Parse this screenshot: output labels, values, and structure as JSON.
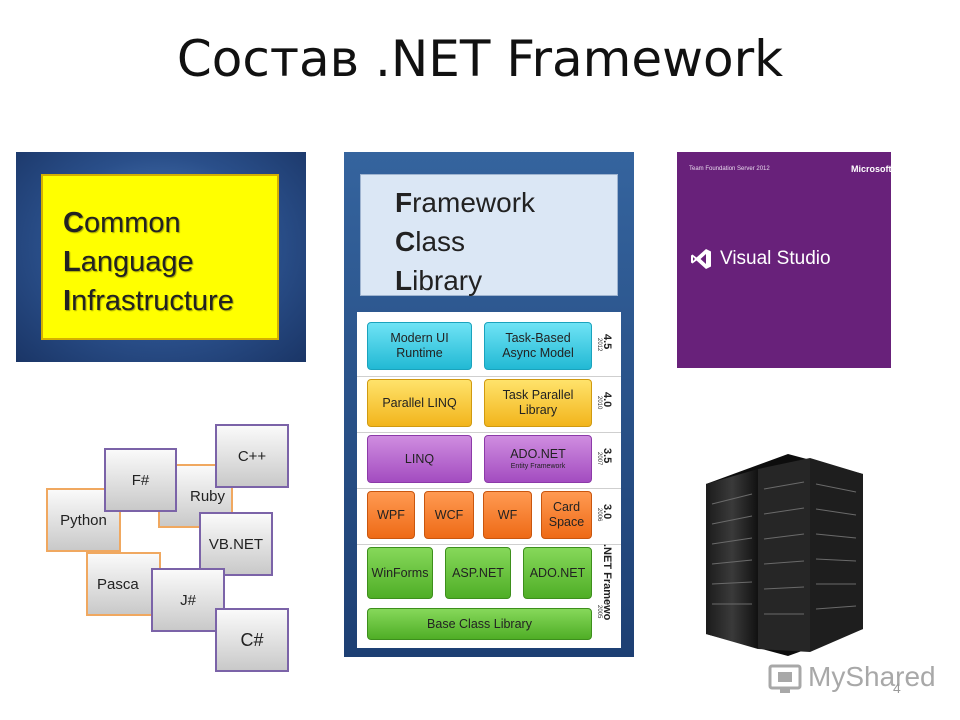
{
  "title": "Состав .NET Framework",
  "cli": {
    "lines": [
      {
        "initial": "C",
        "rest": "ommon"
      },
      {
        "initial": "L",
        "rest": "anguage"
      },
      {
        "initial": "I",
        "rest": "nfrastructure"
      }
    ]
  },
  "fcl": {
    "header_lines": [
      {
        "initial": "F",
        "rest": "ramework"
      },
      {
        "initial": "C",
        "rest": "lass"
      },
      {
        "initial": "L",
        "rest": "ibrary"
      }
    ],
    "versions": [
      {
        "version": "4.5",
        "year": "2012",
        "components": [
          "Modern UI Runtime",
          "Task-Based Async Model"
        ],
        "color": "#22b9d4"
      },
      {
        "version": "4.0",
        "year": "2010",
        "components": [
          "Parallel LINQ",
          "Task Parallel Library"
        ],
        "color": "#f2b51c"
      },
      {
        "version": "3.5",
        "year": "2007",
        "components": [
          "LINQ",
          "ADO.NET"
        ],
        "sub": "Entity Framework",
        "color": "#a34cc0"
      },
      {
        "version": "3.0",
        "year": "2006",
        "components": [
          "WPF",
          "WCF",
          "WF",
          "Card Space"
        ],
        "color": "#ee6a16"
      },
      {
        "version": ".NET Framewo",
        "year": "2005",
        "components": [
          "WinForms",
          "ASP.NET",
          "ADO.NET"
        ],
        "color": "#4fae26"
      }
    ],
    "base": "Base Class Library"
  },
  "vs": {
    "top_text": "Team Foundation Server 2012",
    "brand": "Microsoft",
    "product": "Visual Studio",
    "color": "#68217a"
  },
  "languages": [
    "Python",
    "F#",
    "Ruby",
    "C++",
    "VB.NET",
    "Pasca",
    "J#",
    "C#"
  ],
  "watermark": "MyShared",
  "page_number": "4"
}
